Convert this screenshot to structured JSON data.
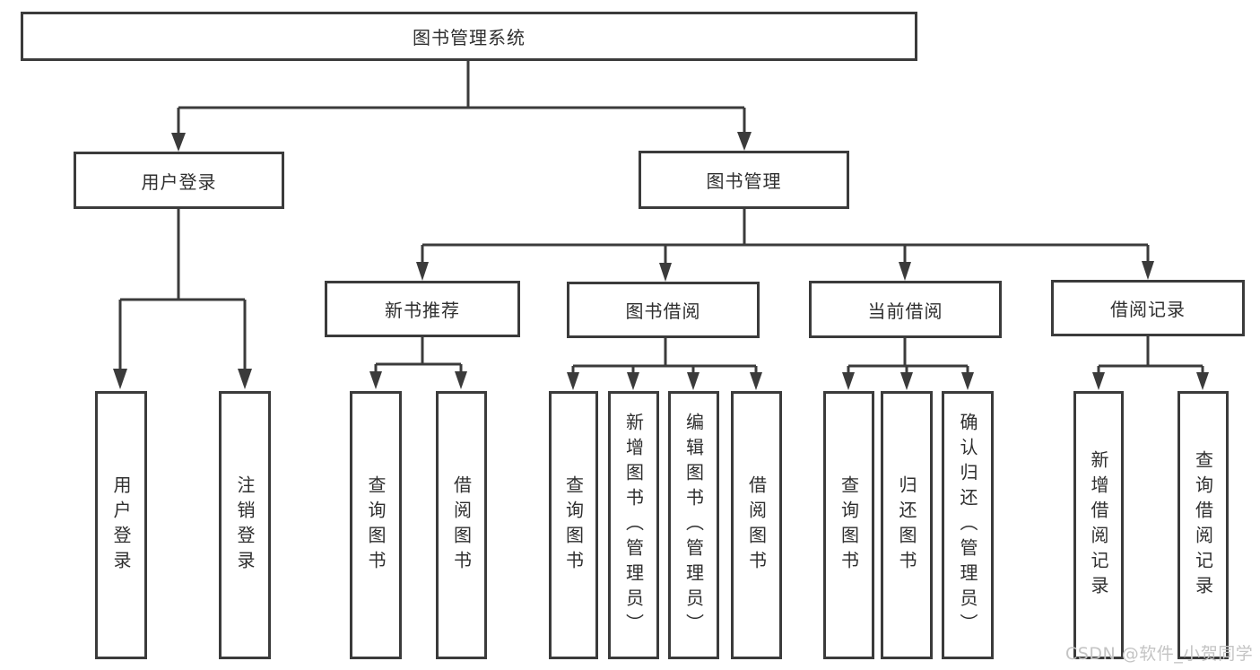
{
  "diagram": {
    "nodes": {
      "root": "图书管理系统",
      "user_login": "用户登录",
      "book_management": "图书管理",
      "new_book_recommend": "新书推荐",
      "book_borrowing": "图书借阅",
      "current_borrowing": "当前借阅",
      "borrowing_records": "借阅记录",
      "leaf_user_login": "用户登录",
      "leaf_logout_login": "注销登录",
      "leaf_nb_query_books": "查询图书",
      "leaf_nb_borrow_books": "借阅图书",
      "leaf_bb_query_books": "查询图书",
      "leaf_bb_add_books": "新增图书（管理员）",
      "leaf_bb_edit_books": "编辑图书（管理员）",
      "leaf_bb_borrow_books": "借阅图书",
      "leaf_cb_query_books": "查询图书",
      "leaf_cb_return_books": "归还图书",
      "leaf_cb_confirm_return": "确认归还（管理员）",
      "leaf_br_add_record": "新增借阅记录",
      "leaf_br_query_record": "查询借阅记录"
    },
    "colors": {
      "line": "#3b3b3b",
      "box_border": "#3b3b3b",
      "box_fill": "#ffffff",
      "text": "#2f2f2f",
      "watermark": "#c4c4c4",
      "background": "#ffffff"
    }
  },
  "watermark": "CSDN @软件_小贺同学"
}
